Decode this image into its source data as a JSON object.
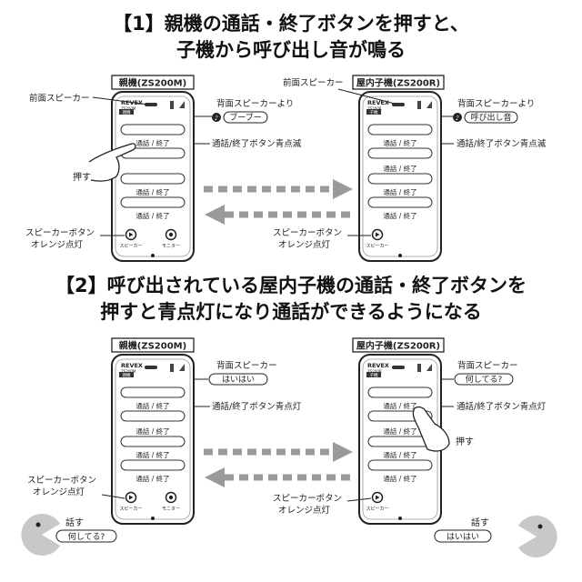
{
  "section1": {
    "title_line1": "【1】親機の通話・終了ボタンを押すと、",
    "title_line2": "子機から呼び出し音が鳴る",
    "left_device_label": "親機(ZS200M)",
    "right_device_label": "屋内子機(ZS200R)",
    "front_speaker": "前面スピーカー",
    "rear_speaker": "背面スピーカーより",
    "left_sound": "ブーブー",
    "right_sound": "呼び出し音",
    "button_status": "通話/終了ボタン青点滅",
    "press": "押す",
    "speaker_btn_line1": "スピーカーボタン",
    "speaker_btn_line2": "オレンジ点灯"
  },
  "section2": {
    "title_line1": "【2】呼び出されている屋内子機の通話・終了ボタンを",
    "title_line2": "押すと青点灯になり通話ができるようになる",
    "left_device_label": "親機(ZS200M)",
    "right_device_label": "屋内子機(ZS200R)",
    "rear_speaker": "背面スピーカー",
    "left_bubble": "はいはい",
    "right_bubble": "何してる?",
    "button_status": "通話/終了ボタン青点灯",
    "press": "押す",
    "speaker_btn_line1": "スピーカーボタン",
    "speaker_btn_line2": "オレンジ点灯",
    "speak_left": "話す",
    "speak_left_bubble": "何してる?",
    "speak_right": "話す",
    "speak_right_bubble": "はいはい"
  },
  "device": {
    "brand": "REVEX",
    "model_m": "ZS200M",
    "model_r": "ZS200R",
    "tag_m": "親機",
    "tag_r": "子機",
    "talk_button": "通話 / 終了",
    "speaker_label": "スピーカー",
    "monitor_label": "モニター"
  }
}
